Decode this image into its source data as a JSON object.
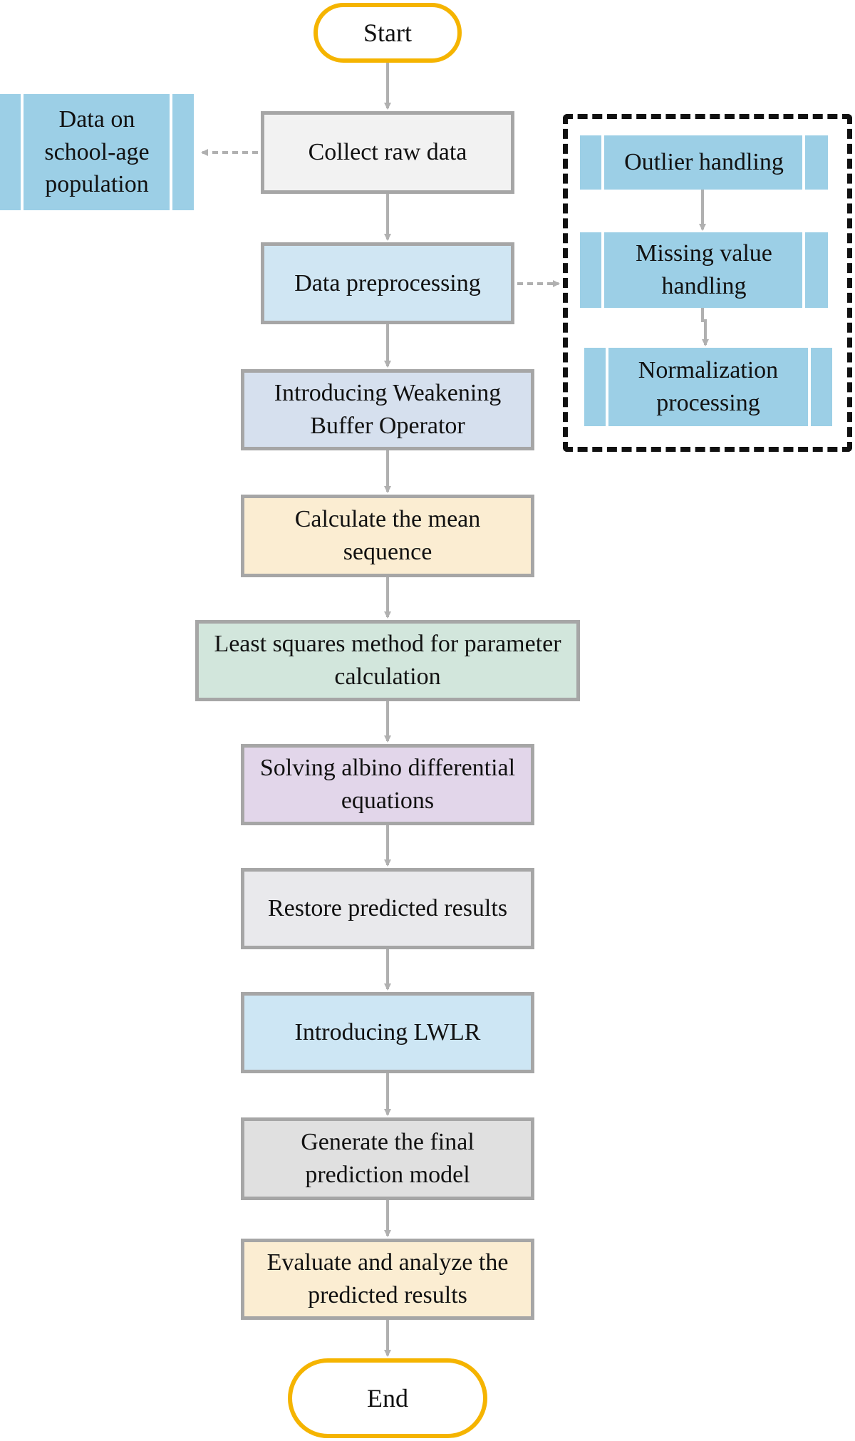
{
  "flow": {
    "start": "Start",
    "end": "End",
    "steps": [
      "Collect raw data",
      "Data preprocessing",
      "Introducing Weakening Buffer Operator",
      "Calculate the mean sequence",
      "Least squares method for parameter calculation",
      "Solving albino differential equations",
      "Restore predicted results",
      "Introducing LWLR",
      "Generate the final prediction model",
      "Evaluate and analyze the predicted results"
    ]
  },
  "side_data": {
    "label": "Data on school-age population"
  },
  "preprocessing": {
    "substeps": [
      "Outlier handling",
      "Missing value handling",
      "Normalization processing"
    ]
  },
  "colors": {
    "terminal_border": "#f5b400",
    "step_border": "#a6a6a6",
    "side_box_fill": "#9ccfe6",
    "collect_fill": "#f2f2f2",
    "preprocess_fill": "#d0e6f3",
    "weakening_fill": "#d6e0ee",
    "mean_fill": "#fbedd2",
    "least_squares_fill": "#d2e6dc",
    "albino_fill": "#e2d6ea",
    "restore_fill": "#e9e9ec",
    "lwlr_fill": "#cde6f4",
    "final_model_fill": "#e0e0e0",
    "evaluate_fill": "#fbedd2"
  }
}
